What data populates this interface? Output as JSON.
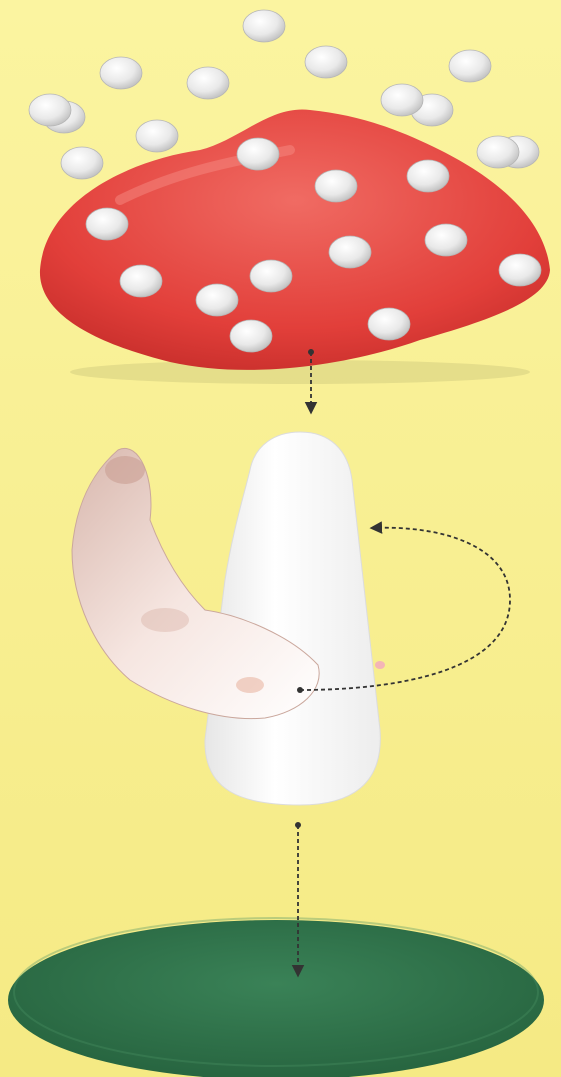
{
  "colors": {
    "background": "#f7ef8f",
    "cap_red": "#e23f3a",
    "cap_highlight": "#f06b63",
    "dot_white": "#e9e9e9",
    "stem_white": "#fbfbfb",
    "skirt_pink": "#efd0c8",
    "base_green": "#2e7149",
    "arrow_dark": "#333333"
  },
  "parts": {
    "loose_dots": 13,
    "cap_dots": 12
  },
  "steps": [
    "cap-to-stem",
    "skirt-wrap-around-stem",
    "stem-to-base"
  ]
}
